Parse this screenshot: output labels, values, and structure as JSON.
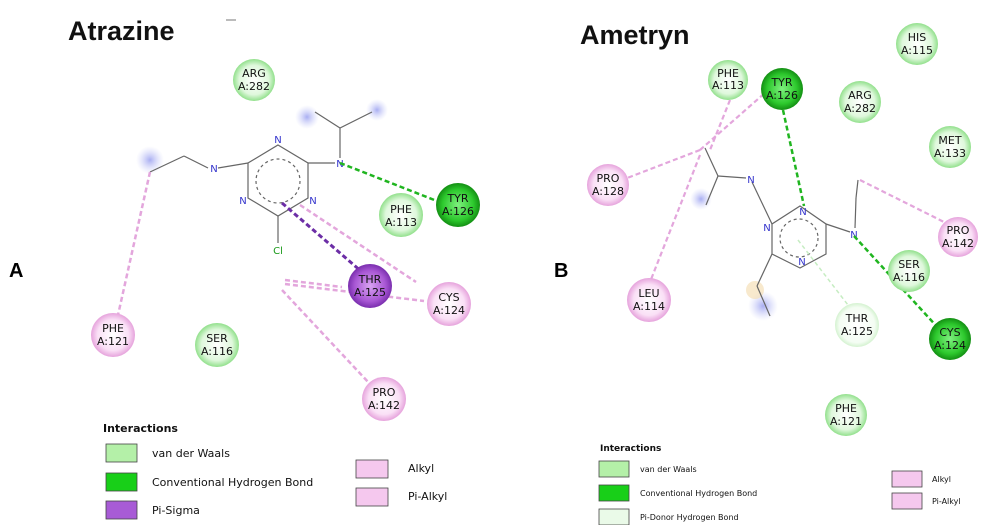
{
  "panels": {
    "a": {
      "title": "Atrazine",
      "label": "A",
      "residues": {
        "arg282": [
          "ARG",
          "A:282"
        ],
        "phe113": [
          "PHE",
          "A:113"
        ],
        "tyr126": [
          "TYR",
          "A:126"
        ],
        "thr125": [
          "THR",
          "A:125"
        ],
        "cys124": [
          "CYS",
          "A:124"
        ],
        "phe121": [
          "PHE",
          "A:121"
        ],
        "ser116": [
          "SER",
          "A:116"
        ],
        "pro142": [
          "PRO",
          "A:142"
        ]
      },
      "atoms": {
        "n": "N",
        "cl": "Cl"
      },
      "legend": {
        "title": "Interactions",
        "items": [
          "van der Waals",
          "Conventional Hydrogen Bond",
          "Pi-Sigma",
          "Alkyl",
          "Pi-Alkyl"
        ]
      }
    },
    "b": {
      "title": "Ametryn",
      "label": "B",
      "residues": {
        "phe113": [
          "PHE",
          "A:113"
        ],
        "tyr126": [
          "TYR",
          "A:126"
        ],
        "arg282": [
          "ARG",
          "A:282"
        ],
        "his115": [
          "HIS",
          "A:115"
        ],
        "met133": [
          "MET",
          "A:133"
        ],
        "pro128": [
          "PRO",
          "A:128"
        ],
        "pro142": [
          "PRO",
          "A:142"
        ],
        "ser116": [
          "SER",
          "A:116"
        ],
        "leu114": [
          "LEU",
          "A:114"
        ],
        "thr125": [
          "THR",
          "A:125"
        ],
        "cys124": [
          "CYS",
          "A:124"
        ],
        "phe121": [
          "PHE",
          "A:121"
        ]
      },
      "atoms": {
        "n": "N"
      },
      "legend": {
        "title": "Interactions",
        "items": [
          "van der Waals",
          "Conventional Hydrogen Bond",
          "Pi-Donor Hydrogen Bond",
          "Alkyl",
          "Pi-Alkyl"
        ]
      }
    }
  },
  "colors": {
    "vdw": "#c9f5c4",
    "hbond": "#2ecc2e",
    "pisigma": "#a64fd6",
    "alkyl": "#f3c4ec",
    "pidonor": "#eafae8"
  }
}
